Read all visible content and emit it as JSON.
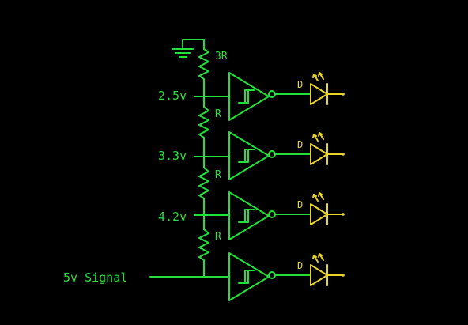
{
  "colors": {
    "background": "#000000",
    "wire": "#22e03a",
    "led": "#e8d52a"
  },
  "resistors": [
    "3R",
    "R",
    "R",
    "R"
  ],
  "taps": [
    "2.5v",
    "3.3v",
    "4.2v"
  ],
  "input_label": "5v Signal",
  "gate_count": 4,
  "led_labels": [
    "D",
    "D",
    "D",
    "D"
  ],
  "icons": {
    "ground": "ground-icon",
    "buffer": "schmitt-buffer-icon",
    "led": "led-icon"
  }
}
